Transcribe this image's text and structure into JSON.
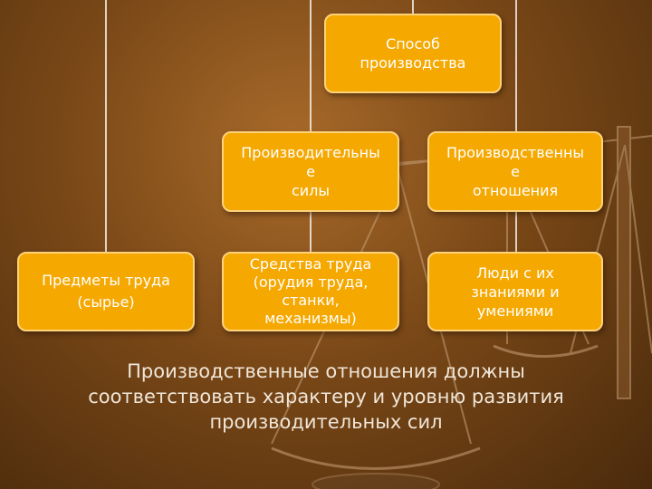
{
  "diagram": {
    "nodes": {
      "root": "Способ\nпроизводства",
      "forces": "Производительны\nе\nсилы",
      "relations": "Производственны\nе\nотношения",
      "objects": "Предметы труда\n(сырье)",
      "means": "Средства труда\n(орудия труда,\nстанки,\nмеханизмы)",
      "people": "Люди с их\nзнаниями и\nумениями"
    },
    "caption": "Производственные отношения должны\nсоответствовать характеру и уровню развития\nпроизводительных сил"
  },
  "colors": {
    "box_fill": "#f5a800",
    "box_border": "#ffd37a",
    "connector": "#ffffff"
  }
}
